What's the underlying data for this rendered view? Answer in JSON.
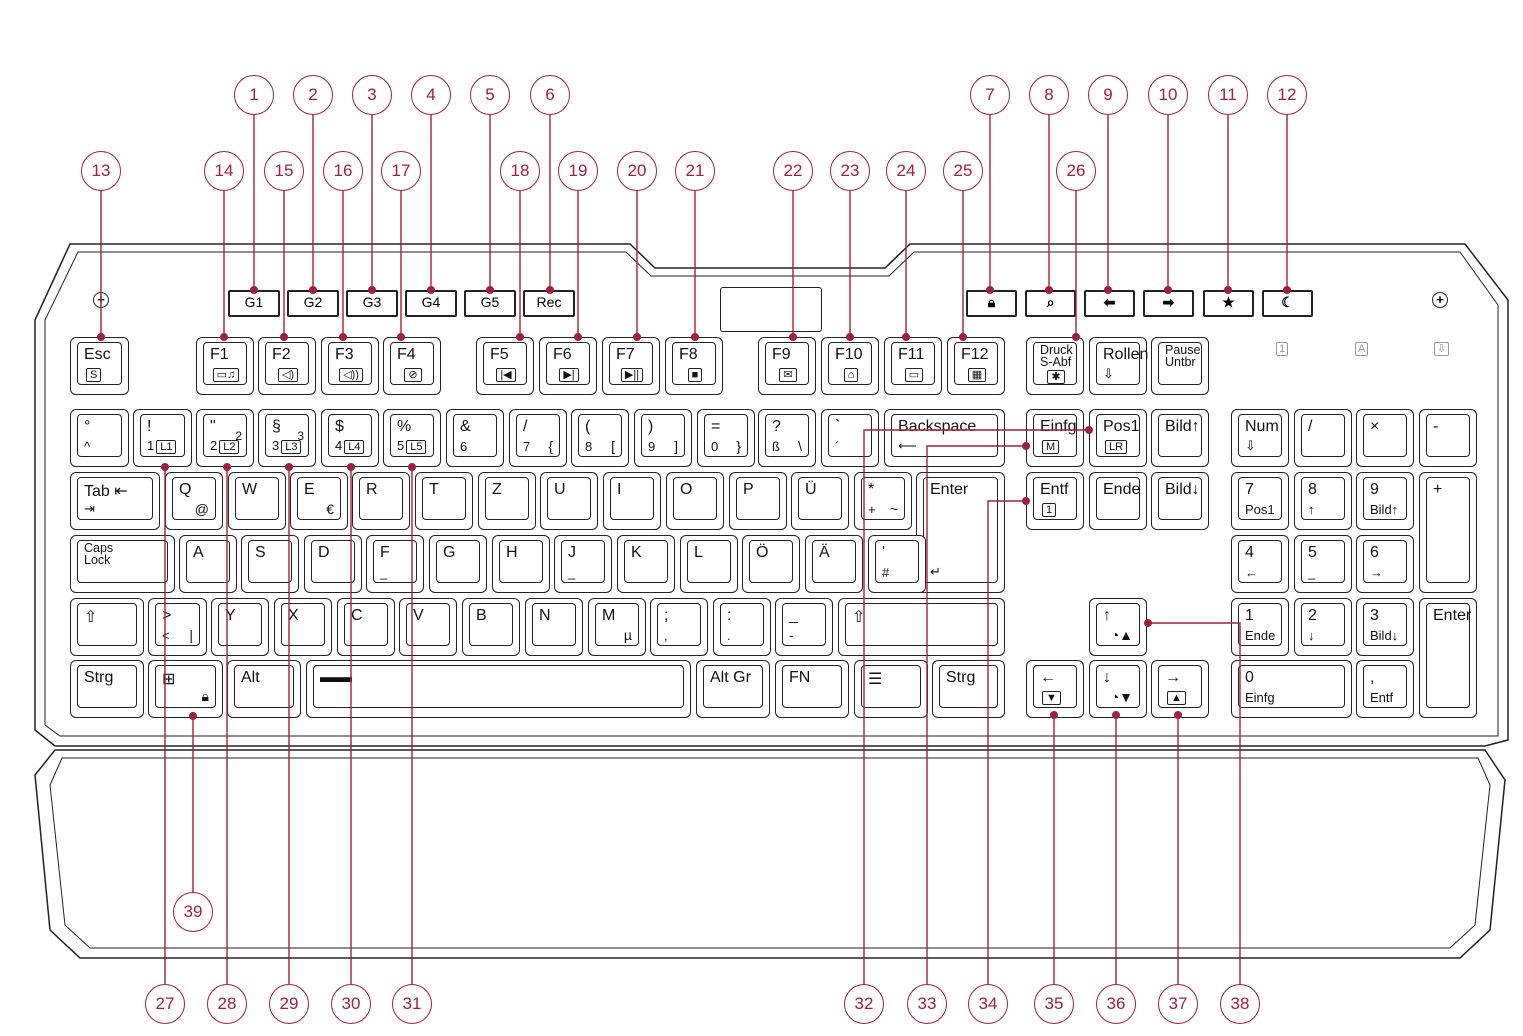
{
  "accent_color": "#a3203a",
  "g_keys": [
    "G1",
    "G2",
    "G3",
    "G4",
    "G5",
    "Rec"
  ],
  "media_keys": [
    "lock-icon",
    "search-icon",
    "arrow-left-icon",
    "arrow-right-icon",
    "favorites-icon",
    "moon-icon"
  ],
  "indicators": [
    "1",
    "A",
    "⇩"
  ],
  "keys": {
    "esc": {
      "main": "Esc",
      "box": "S"
    },
    "f1": {
      "main": "F1",
      "icon": "media-player-icon"
    },
    "f2": {
      "main": "F2",
      "icon": "volume-down-icon"
    },
    "f3": {
      "main": "F3",
      "icon": "volume-up-icon"
    },
    "f4": {
      "main": "F4",
      "icon": "mute-icon"
    },
    "f5": {
      "main": "F5",
      "icon": "previous-track-icon"
    },
    "f6": {
      "main": "F6",
      "icon": "next-track-icon"
    },
    "f7": {
      "main": "F7",
      "icon": "play-pause-icon"
    },
    "f8": {
      "main": "F8",
      "icon": "stop-icon"
    },
    "f9": {
      "main": "F9",
      "icon": "mail-icon"
    },
    "f10": {
      "main": "F10",
      "icon": "home-icon"
    },
    "f11": {
      "main": "F11",
      "icon": "my-computer-icon"
    },
    "f12": {
      "main": "F12",
      "icon": "calculator-icon"
    },
    "druck": {
      "main": "Druck\nS-Abf",
      "icon": "led-off-icon"
    },
    "rollen": {
      "main": "Rollen",
      "sub": "⇩"
    },
    "pause": {
      "main": "Pause\nUntbr"
    },
    "caret": {
      "main": "°",
      "sub": "^"
    },
    "k1": {
      "main": "!",
      "sub": "1",
      "box": "L1"
    },
    "k2": {
      "main": "\"",
      "sub": "2",
      "box": "L2",
      "sub2": "2"
    },
    "k3": {
      "main": "§",
      "sub": "3",
      "box": "L3",
      "sub2": "3"
    },
    "k4": {
      "main": "$",
      "sub": "4",
      "box": "L4"
    },
    "k5": {
      "main": "%",
      "sub": "5",
      "box": "L5"
    },
    "k6": {
      "main": "&",
      "sub": "6"
    },
    "k7": {
      "main": "/",
      "sub": "7",
      "sub2": "{"
    },
    "k8": {
      "main": "(",
      "sub": "8",
      "sub2": "["
    },
    "k9": {
      "main": ")",
      "sub": "9",
      "sub2": "]"
    },
    "k0": {
      "main": "=",
      "sub": "0",
      "sub2": "}"
    },
    "sz": {
      "main": "?",
      "sub": "ß",
      "sub2": "\\"
    },
    "acute": {
      "main": "`",
      "sub": "´"
    },
    "backspace": {
      "main": "Backspace",
      "sub": "⟵"
    },
    "einfg": {
      "main": "Einfg",
      "box": "M"
    },
    "pos1": {
      "main": "Pos1",
      "box": "LR"
    },
    "bildup": {
      "main": "Bild↑"
    },
    "num": {
      "main": "Num",
      "sub": "⇩"
    },
    "divide": {
      "main": "/"
    },
    "multiply": {
      "main": "×"
    },
    "minus": {
      "main": "-"
    },
    "tab": {
      "main": "Tab ⇤",
      "sub": "⇥"
    },
    "q": {
      "main": "Q",
      "sub2": "@"
    },
    "w": {
      "main": "W"
    },
    "e": {
      "main": "E",
      "sub2": "€"
    },
    "r": {
      "main": "R"
    },
    "t": {
      "main": "T"
    },
    "z": {
      "main": "Z"
    },
    "u": {
      "main": "U"
    },
    "i": {
      "main": "I"
    },
    "o": {
      "main": "O"
    },
    "p": {
      "main": "P"
    },
    "ue": {
      "main": "Ü"
    },
    "plus": {
      "main": "*",
      "sub": "+",
      "sub2": "~"
    },
    "enter": {
      "main": "Enter",
      "sub": "↵"
    },
    "entf": {
      "main": "Entf",
      "box": "1"
    },
    "ende": {
      "main": "Ende"
    },
    "bilddown": {
      "main": "Bild↓"
    },
    "n7": {
      "main": "7",
      "sub": "Pos1"
    },
    "n8": {
      "main": "8",
      "sub": "↑"
    },
    "n9": {
      "main": "9",
      "sub": "Bild↑"
    },
    "nplus": {
      "main": "+"
    },
    "caps": {
      "main": "Caps\nLock"
    },
    "a": {
      "main": "A"
    },
    "s": {
      "main": "S"
    },
    "d": {
      "main": "D"
    },
    "f": {
      "main": "F",
      "sub": "_"
    },
    "g": {
      "main": "G"
    },
    "h": {
      "main": "H"
    },
    "j": {
      "main": "J",
      "sub": "_"
    },
    "k": {
      "main": "K"
    },
    "l": {
      "main": "L"
    },
    "oe": {
      "main": "Ö"
    },
    "ae": {
      "main": "Ä"
    },
    "hash": {
      "main": "'",
      "sub": "#"
    },
    "n4": {
      "main": "4",
      "sub": "←"
    },
    "n5": {
      "main": "5",
      "sub": "_"
    },
    "n6": {
      "main": "6",
      "sub": "→"
    },
    "lshift": {
      "main": "⇧"
    },
    "lt": {
      "main": ">",
      "sub": "<",
      "sub2": "|"
    },
    "y": {
      "main": "Y"
    },
    "x": {
      "main": "X"
    },
    "c": {
      "main": "C"
    },
    "v": {
      "main": "V"
    },
    "b": {
      "main": "B"
    },
    "n": {
      "main": "N"
    },
    "m": {
      "main": "M",
      "sub2": "µ"
    },
    "comma": {
      "main": ";",
      "sub": ","
    },
    "period": {
      "main": ":",
      "sub": "."
    },
    "dash": {
      "main": "_",
      "sub": "-"
    },
    "rshift": {
      "main": "⇧"
    },
    "up": {
      "main": "↑",
      "sub2": "◔▲"
    },
    "n1": {
      "main": "1",
      "sub": "Ende"
    },
    "n2": {
      "main": "2",
      "sub": "↓"
    },
    "n3": {
      "main": "3",
      "sub": "Bild↓"
    },
    "nenter": {
      "main": "Enter"
    },
    "lctrl": {
      "main": "Strg"
    },
    "win": {
      "main": "⊞",
      "sub2": "🔒︎"
    },
    "alt": {
      "main": "Alt"
    },
    "space": {
      "main": "▬▬"
    },
    "altgr": {
      "main": "Alt Gr"
    },
    "fn": {
      "main": "FN"
    },
    "menu": {
      "main": "☰"
    },
    "rctrl": {
      "main": "Strg"
    },
    "left": {
      "main": "←",
      "box": "▼"
    },
    "down": {
      "main": "↓",
      "sub2": "◔▼"
    },
    "right": {
      "main": "→",
      "box": "▲"
    },
    "n0": {
      "main": "0",
      "sub": "Einfg"
    },
    "ndel": {
      "main": ",",
      "sub": "Entf"
    }
  },
  "callouts": [
    "1",
    "2",
    "3",
    "4",
    "5",
    "6",
    "7",
    "8",
    "9",
    "10",
    "11",
    "12",
    "13",
    "14",
    "15",
    "16",
    "17",
    "18",
    "19",
    "20",
    "21",
    "22",
    "23",
    "24",
    "25",
    "26",
    "27",
    "28",
    "29",
    "30",
    "31",
    "32",
    "33",
    "34",
    "35",
    "36",
    "37",
    "38",
    "39"
  ]
}
